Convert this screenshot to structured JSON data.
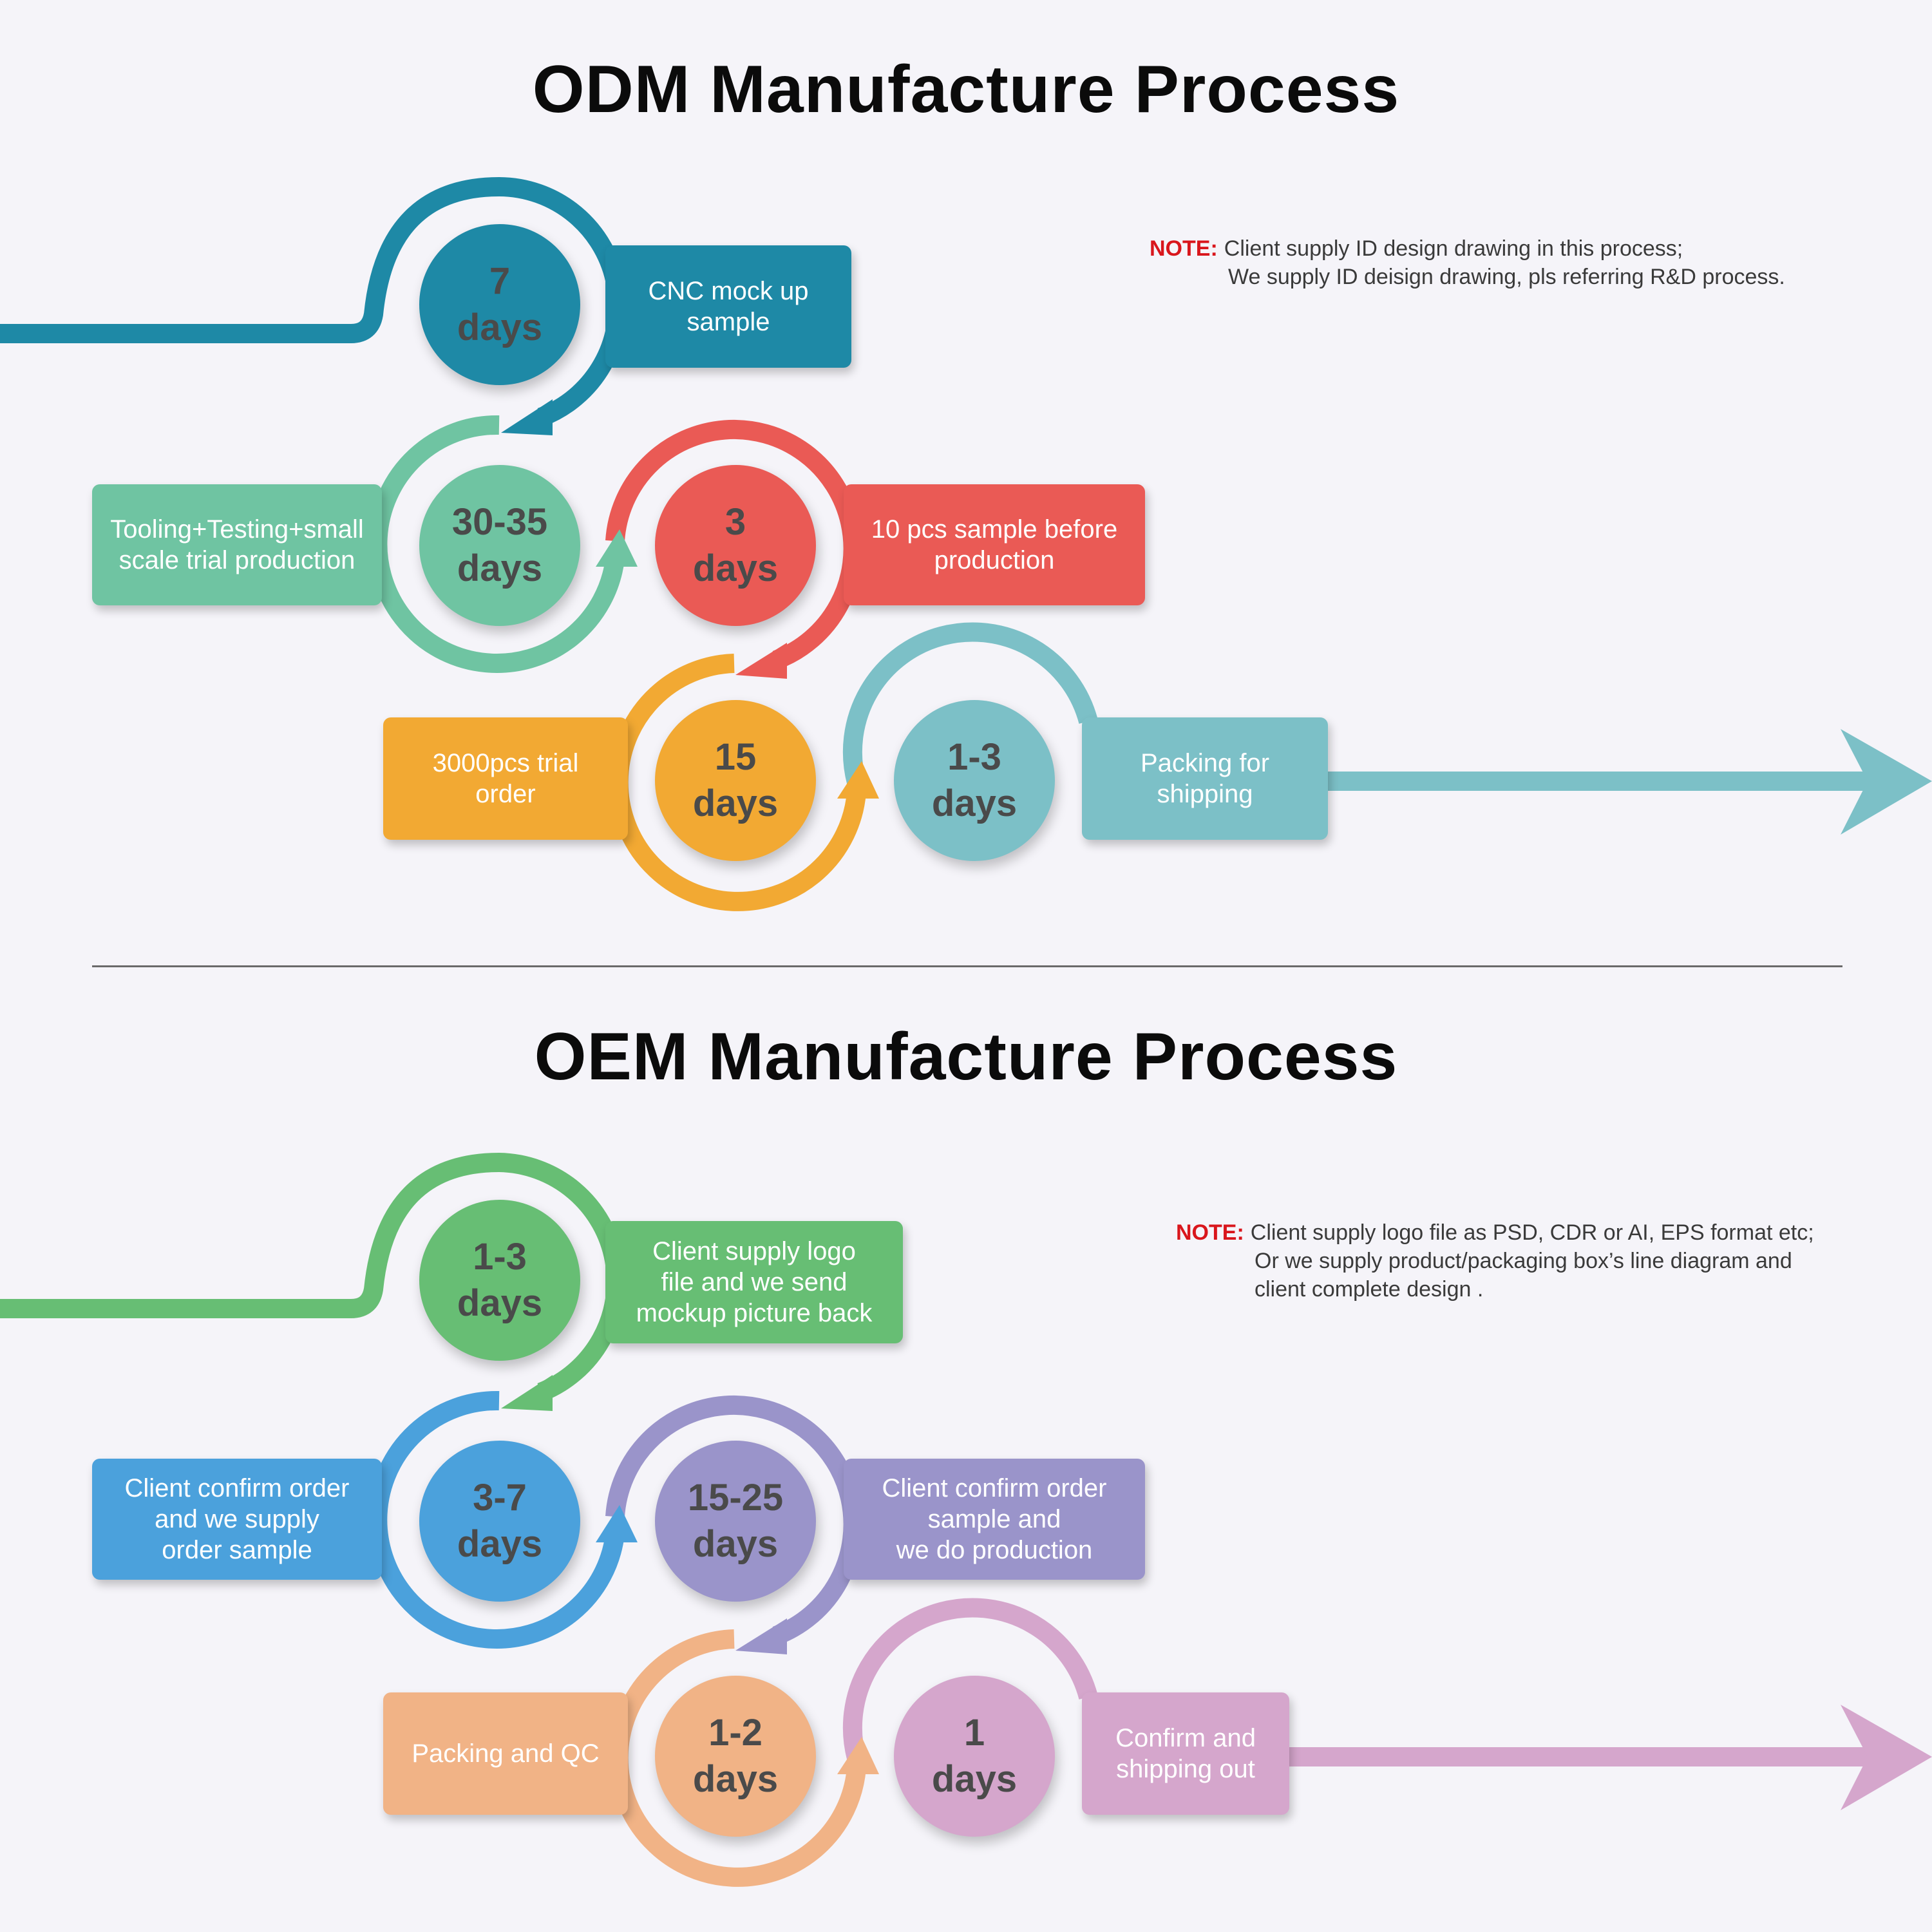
{
  "odm": {
    "title": "ODM Manufacture Process",
    "note_label": "NOTE:",
    "note_lines": [
      "Client supply ID design drawing in this process;",
      "We supply ID deisign drawing, pls referring R&D process."
    ],
    "steps": [
      {
        "duration": "7\ndays",
        "label": "CNC mock up\nsample",
        "color": "#1e89a6"
      },
      {
        "duration": "30-35\ndays",
        "label": "Tooling+Testing+small\nscale trial production",
        "color": "#6fc4a2"
      },
      {
        "duration": "3\ndays",
        "label": "10 pcs sample before\nproduction",
        "color": "#ea5a55"
      },
      {
        "duration": "15\ndays",
        "label": "3000pcs trial\norder",
        "color": "#f2a933"
      },
      {
        "duration": "1-3\ndays",
        "label": "Packing for\nshipping",
        "color": "#7cc0c7"
      }
    ]
  },
  "oem": {
    "title": "OEM Manufacture Process",
    "note_label": "NOTE:",
    "note_lines": [
      "Client supply logo file as PSD, CDR or AI, EPS format etc;",
      "Or we supply product/packaging box’s line diagram and",
      "client complete design ."
    ],
    "steps": [
      {
        "duration": "1-3\ndays",
        "label": "Client supply logo\nfile and we send\nmockup picture back",
        "color": "#67be74"
      },
      {
        "duration": "3-7\ndays",
        "label": "Client confirm order\nand we supply\norder sample",
        "color": "#4ba1dc"
      },
      {
        "duration": "15-25\ndays",
        "label": "Client confirm order\nsample and\nwe do production",
        "color": "#9a94ca"
      },
      {
        "duration": "1-2\ndays",
        "label": "Packing and QC",
        "color": "#f1b386"
      },
      {
        "duration": "1\ndays",
        "label": "Confirm and\nshipping out",
        "color": "#d5a6cc"
      }
    ]
  }
}
